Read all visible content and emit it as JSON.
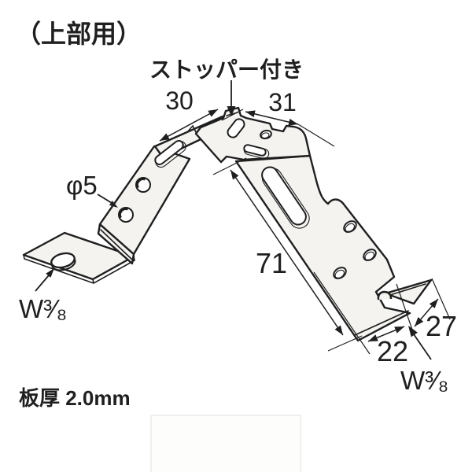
{
  "title": "（上部用）",
  "labels": {
    "stopper": "ストッパー付き",
    "hole_diameter": "φ5",
    "bolt_size_left": "W³⁄₈",
    "bolt_size_right": "W³⁄₈",
    "plate_thickness": "板厚 2.0mm"
  },
  "dimensions": {
    "top_left_width": "30",
    "top_right_width": "31",
    "arm_length": "71",
    "foot_tip_width": "27",
    "foot_offset": "22"
  },
  "colors": {
    "line": "#1f1f1f",
    "metal_face": "#f4f3f0",
    "background": "#ffffff"
  }
}
